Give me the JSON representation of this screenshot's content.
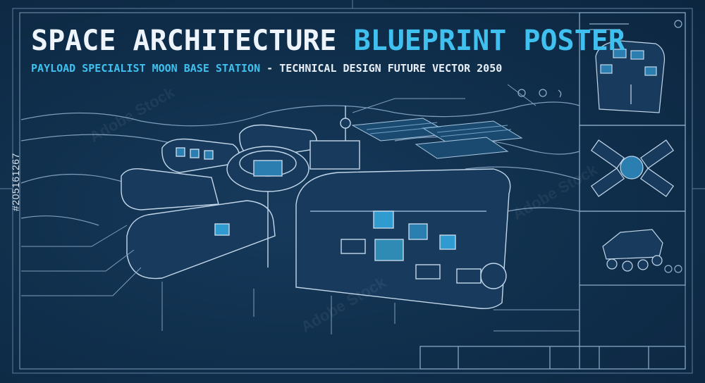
{
  "poster": {
    "title_main": "SPACE ARCHITECTURE ",
    "title_accent": "BLUEPRINT POSTER",
    "subtitle_accent": "PAYLOAD SPECIALIST MOON BASE STATION",
    "subtitle_rest": " - TECHNICAL DESIGN FUTURE VECTOR 2050"
  },
  "stock": {
    "id": "#205161267",
    "watermark": "Adobe Stock"
  },
  "colors": {
    "background": "#0f2a44",
    "line": "#9fb9d3",
    "accent": "#3fc0ee",
    "title": "#eef4fb"
  },
  "side_panels": [
    "operator-console",
    "cross-hub-module",
    "lunar-rover"
  ]
}
